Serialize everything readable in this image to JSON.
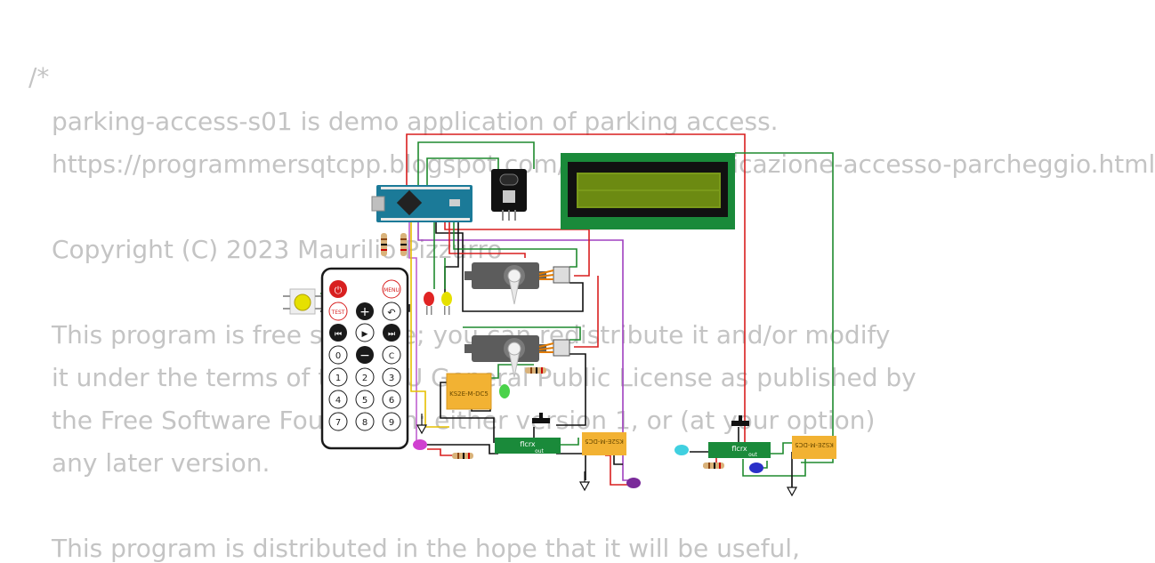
{
  "code_comment": {
    "lines": [
      "/*",
      "parking-access-s01 is demo application of parking access.",
      "https://programmersqtcpp.blogspot.com/2023/01/applicazione-accesso-parcheggio.html",
      "Copyright (C) 2023 Maurilio Pizzurro",
      "This program is free software; you can redistribute it and/or modify",
      "it under the terms of the GNU General Public License as published by",
      "the Free Software Foundation; either version 1, or (at your option)",
      "any later version.",
      "This program is distributed in the hope that it will be useful,"
    ]
  },
  "remote": {
    "power_label": "⏻",
    "menu_label": "MENU",
    "test_label": "TEST",
    "plus_label": "+",
    "back_label": "↶",
    "prev_label": "⏮",
    "play_label": "▶",
    "next_label": "⏭",
    "minus_label": "−",
    "c_label": "C",
    "digits": [
      "0",
      "1",
      "2",
      "3",
      "4",
      "5",
      "6",
      "7",
      "8",
      "9"
    ]
  },
  "components": {
    "relay_left_label": "KS2E-M-DC5",
    "relay_mid_label": "KS2E-M-DC5",
    "relay_right_label": "KS2E-M-DC5",
    "sensor_left_label": "flcrx",
    "sensor_left_out": "out",
    "sensor_right_label": "flcrx",
    "sensor_right_out": "out"
  },
  "colors": {
    "wire_red": "#d81f1f",
    "wire_green": "#1f8a2e",
    "wire_black": "#111111",
    "wire_purple": "#a040c0",
    "wire_yellow": "#e6c000",
    "lcd_board": "#1a8a3a",
    "lcd_screen": "#7a9a1a",
    "arduino_blue": "#1b7a98",
    "relay_orange": "#f2b233",
    "code_text": "#c4c4c4"
  }
}
